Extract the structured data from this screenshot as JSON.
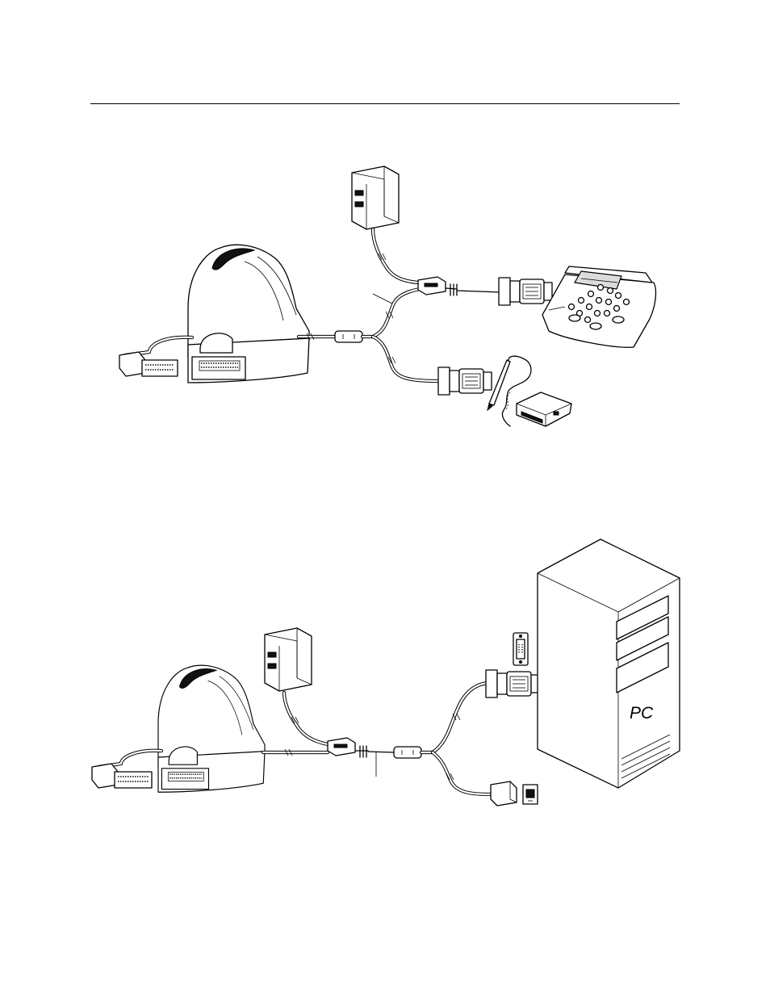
{
  "figures": [
    {
      "id": "top",
      "components": [
        {
          "icon": "printer-icon"
        },
        {
          "icon": "power-adapter-icon"
        },
        {
          "icon": "pin-pad-icon"
        },
        {
          "icon": "signature-pad-icon"
        },
        {
          "icon": "y-cable-icon"
        }
      ]
    },
    {
      "id": "bottom",
      "components": [
        {
          "icon": "printer-icon"
        },
        {
          "icon": "power-adapter-icon"
        },
        {
          "icon": "pc-tower-icon"
        },
        {
          "icon": "rj11-connector-icon"
        },
        {
          "icon": "y-cable-icon"
        }
      ],
      "pc_label": "PC"
    }
  ],
  "colors": {
    "line": "#000000",
    "background": "#ffffff",
    "shade": "#dcdcdc"
  }
}
